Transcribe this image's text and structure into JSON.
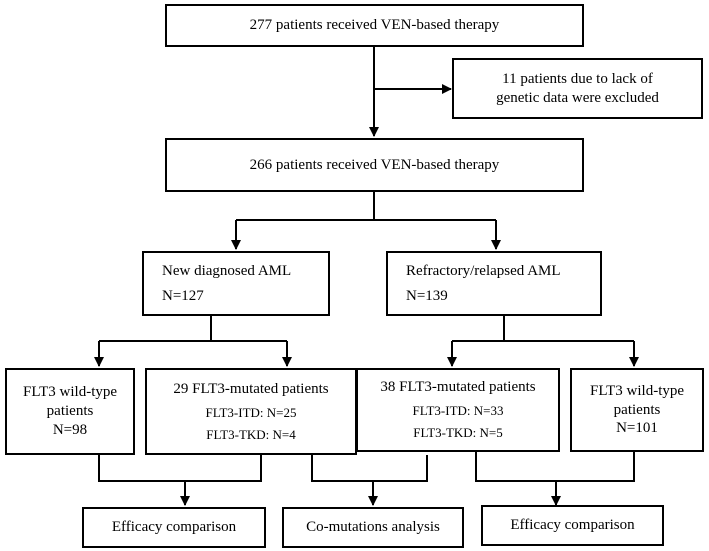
{
  "nodes": {
    "start": [
      "277 patients received VEN-based therapy"
    ],
    "excluded": [
      "11 patients due to lack of",
      "genetic data were excluded"
    ],
    "included": [
      "266 patients received VEN-based therapy"
    ],
    "new_aml": [
      "New diagnosed AML",
      "N=127"
    ],
    "rr_aml": [
      "Refractory/relapsed AML",
      "N=139"
    ],
    "nd_wild": [
      "FLT3 wild-type",
      "patients",
      "N=98"
    ],
    "nd_mut": {
      "title": "29 FLT3-mutated patients",
      "itd": "FLT3-ITD: N=25",
      "tkd": "FLT3-TKD: N=4"
    },
    "rr_mut": {
      "title": "38 FLT3-mutated patients",
      "itd": "FLT3-ITD: N=33",
      "tkd": "FLT3-TKD: N=5"
    },
    "rr_wild": [
      "FLT3 wild-type",
      "patients",
      "N=101"
    ],
    "eff_left": "Efficacy comparison",
    "comut": "Co-mutations analysis",
    "eff_right": "Efficacy comparison"
  },
  "colors": {
    "line": "#000000",
    "box_border": "#000000",
    "background": "#ffffff"
  }
}
